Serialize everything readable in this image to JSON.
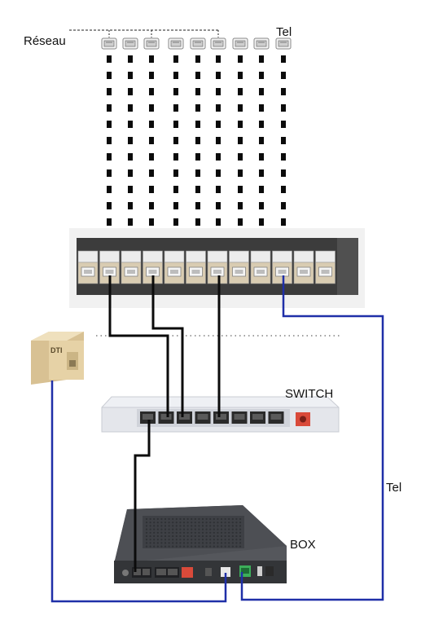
{
  "labels": {
    "network": "Réseau",
    "tel_top": "Tel",
    "switch": "SWITCH",
    "box": "BOX",
    "tel_side": "Tel",
    "dti": "DTI"
  },
  "wall_outlets": {
    "count": 9
  },
  "patch_panel": {
    "port_count": 12
  },
  "switch_device": {
    "port_count": 8
  },
  "colors": {
    "cable_black": "#0b0b0b",
    "cable_blue": "#1f2fa8",
    "panel_dark": "#3c3c3c",
    "device_white": "#eef0f4",
    "box_gray": "#4d4f54",
    "dti_beige": "#e6d2a6",
    "tel_port_green": "#3cae5a",
    "power_red": "#d94a3a"
  }
}
